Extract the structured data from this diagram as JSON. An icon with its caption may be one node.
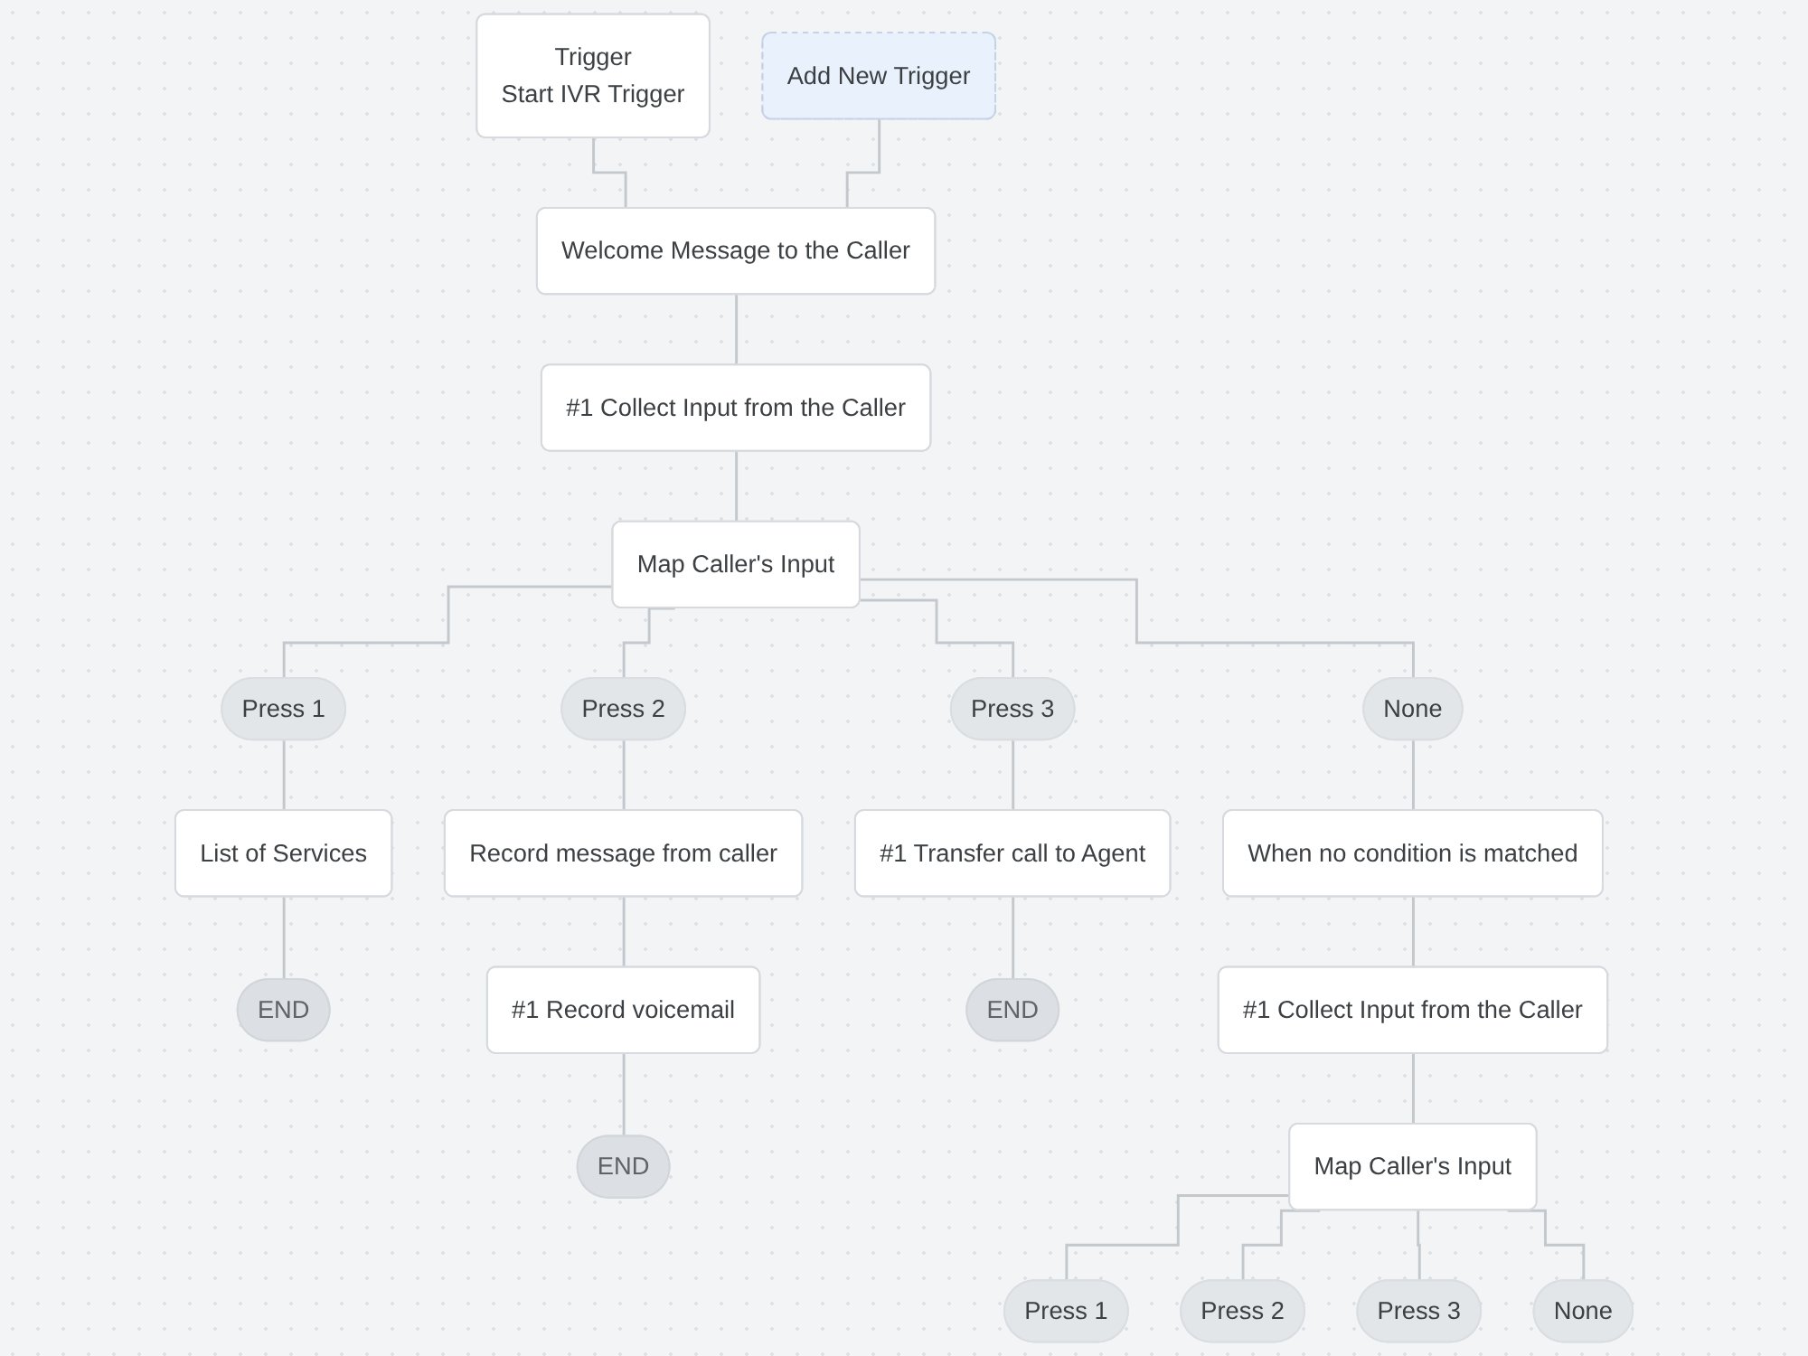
{
  "diagram": {
    "nodes": [
      {
        "text": [
          "Trigger",
          "Start IVR Trigger"
        ]
      },
      {
        "text": [
          "Add New Trigger"
        ]
      },
      {
        "text": [
          "Welcome Message to the Caller"
        ]
      },
      {
        "text": [
          "#1 Collect Input from the Caller"
        ]
      },
      {
        "text": [
          "Map Caller's Input"
        ]
      },
      {
        "text": [
          "Press 1"
        ]
      },
      {
        "text": [
          "Press 2"
        ]
      },
      {
        "text": [
          "Press 3"
        ]
      },
      {
        "text": [
          "None"
        ]
      },
      {
        "text": [
          "List of Services"
        ]
      },
      {
        "text": [
          "Record message from caller"
        ]
      },
      {
        "text": [
          "#1 Transfer call to Agent"
        ]
      },
      {
        "text": [
          "When no condition is matched"
        ]
      },
      {
        "text": [
          "END"
        ]
      },
      {
        "text": [
          "#1 Record voicemail"
        ]
      },
      {
        "text": [
          "END"
        ]
      },
      {
        "text": [
          "#1 Collect Input from the Caller"
        ]
      },
      {
        "text": [
          "END"
        ]
      },
      {
        "text": [
          "Map Caller's Input"
        ]
      },
      {
        "text": [
          "Press 1"
        ]
      },
      {
        "text": [
          "Press 2"
        ]
      },
      {
        "text": [
          "Press 3"
        ]
      },
      {
        "text": [
          "None"
        ]
      }
    ],
    "edges": [
      {
        "from": 0,
        "to": 2,
        "arrow": "none"
      },
      {
        "from": 1,
        "to": 2,
        "arrow": "none"
      },
      {
        "from": 2,
        "to": 3,
        "arrow": "none"
      },
      {
        "from": 3,
        "to": 4,
        "arrow": "none"
      },
      {
        "from": 4,
        "to": 5,
        "arrow": "none"
      },
      {
        "from": 4,
        "to": 6,
        "arrow": "none"
      },
      {
        "from": 4,
        "to": 7,
        "arrow": "none"
      },
      {
        "from": 4,
        "to": 8,
        "arrow": "none"
      },
      {
        "from": 5,
        "to": 9,
        "arrow": "none"
      },
      {
        "from": 6,
        "to": 10,
        "arrow": "none"
      },
      {
        "from": 7,
        "to": 11,
        "arrow": "none"
      },
      {
        "from": 8,
        "to": 12,
        "arrow": "none"
      },
      {
        "from": 9,
        "to": 13,
        "arrow": "none"
      },
      {
        "from": 10,
        "to": 14,
        "arrow": "none"
      },
      {
        "from": 11,
        "to": 15,
        "arrow": "none"
      },
      {
        "from": 12,
        "to": 16,
        "arrow": "none"
      },
      {
        "from": 14,
        "to": 17,
        "arrow": "none"
      },
      {
        "from": 16,
        "to": 18,
        "arrow": "none"
      },
      {
        "from": 18,
        "to": 19,
        "arrow": "none"
      },
      {
        "from": 18,
        "to": 20,
        "arrow": "none"
      },
      {
        "from": 18,
        "to": 21,
        "arrow": "none"
      },
      {
        "from": 18,
        "to": 22,
        "arrow": "none"
      }
    ]
  }
}
